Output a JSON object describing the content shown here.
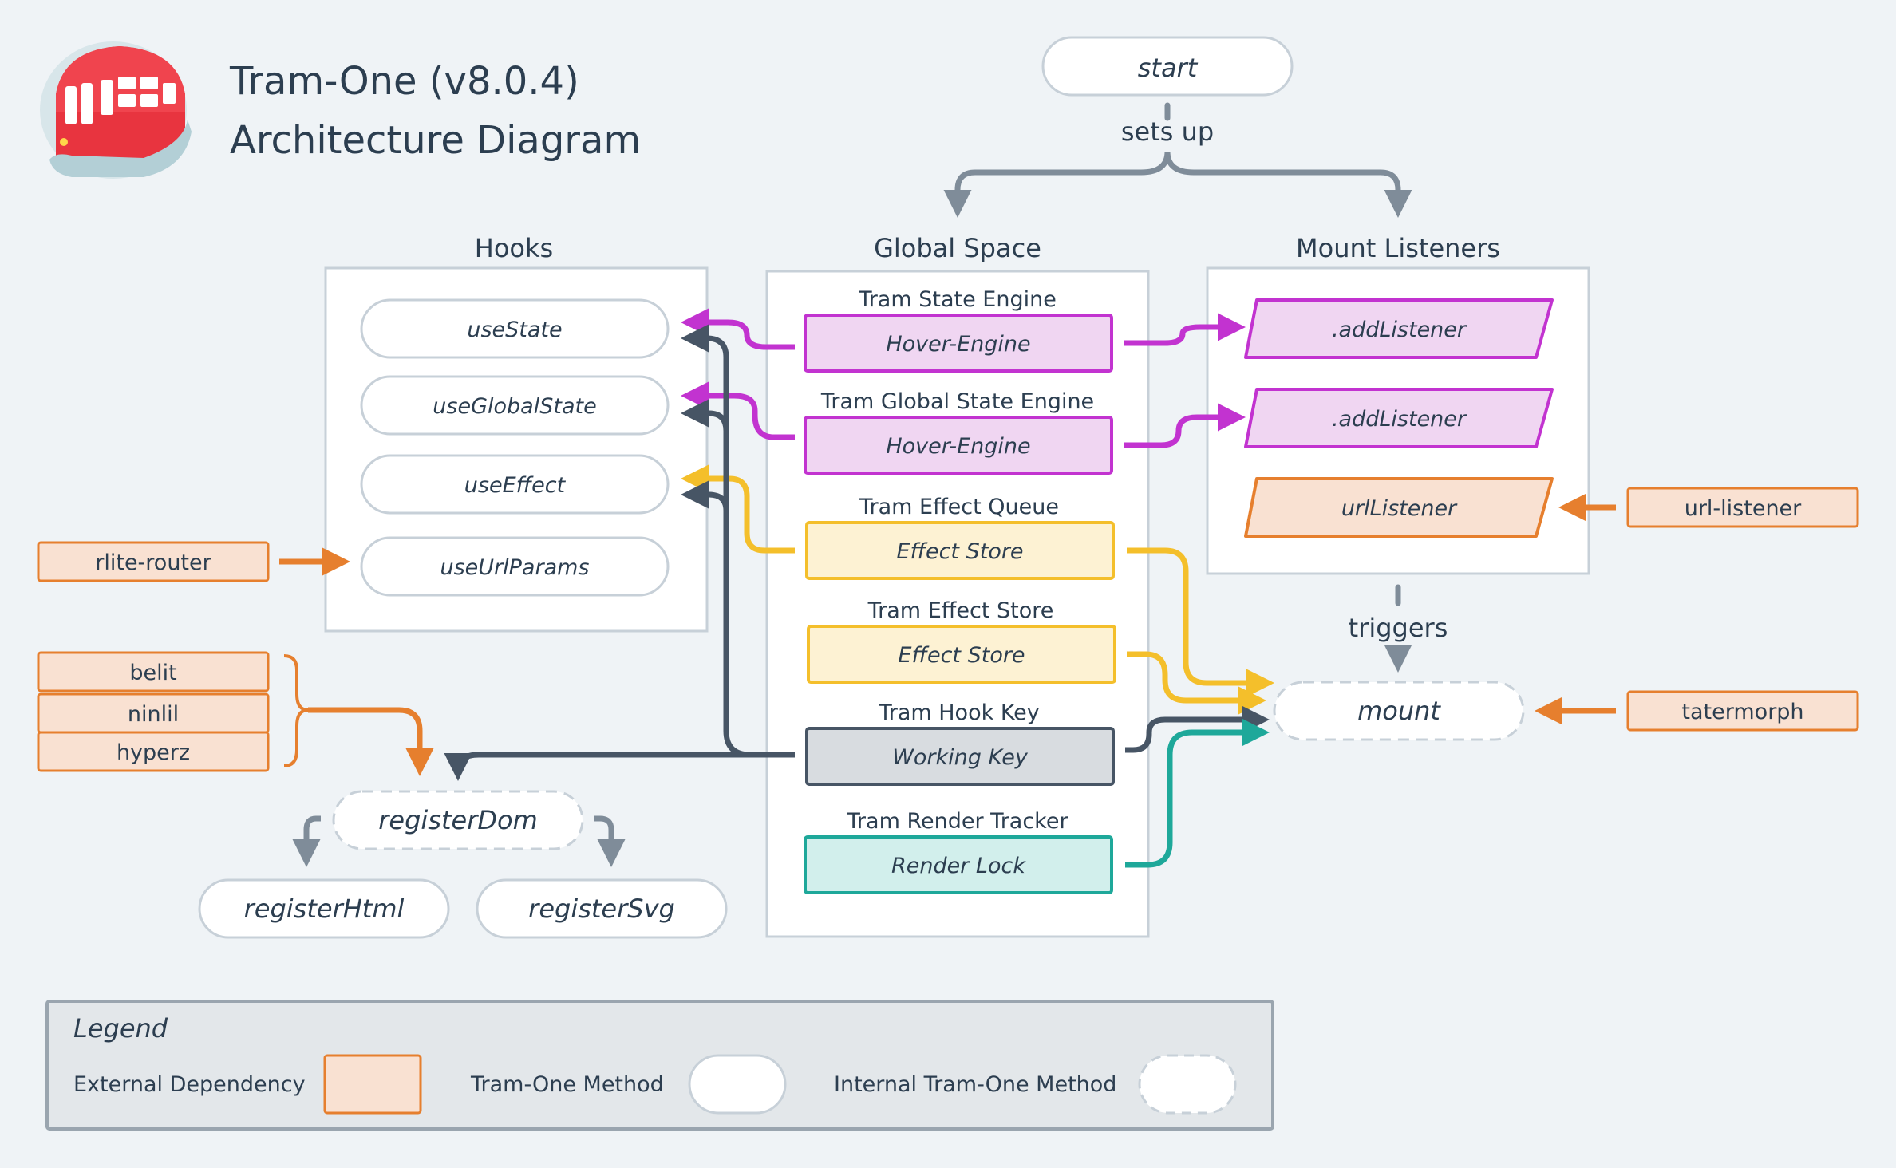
{
  "title": {
    "line1": "Tram-One (v8.0.4)",
    "line2": "Architecture Diagram"
  },
  "start": {
    "label": "start",
    "edge_label": "sets up"
  },
  "groups": {
    "hooks": "Hooks",
    "global": "Global Space",
    "mount_listeners": "Mount Listeners"
  },
  "hooks": [
    "useState",
    "useGlobalState",
    "useEffect",
    "useUrlParams"
  ],
  "global_items": [
    {
      "title": "Tram State Engine",
      "label": "Hover-Engine"
    },
    {
      "title": "Tram Global State Engine",
      "label": "Hover-Engine"
    },
    {
      "title": "Tram Effect Queue",
      "label": "Effect Store"
    },
    {
      "title": "Tram Effect Store",
      "label": "Effect Store"
    },
    {
      "title": "Tram Hook Key",
      "label": "Working Key"
    },
    {
      "title": "Tram Render Tracker",
      "label": "Render Lock"
    }
  ],
  "listeners": [
    ".addListener",
    ".addListener",
    "urlListener"
  ],
  "triggers": "triggers",
  "mount": "mount",
  "external": {
    "rlite_router": "rlite-router",
    "belit": "belit",
    "ninlil": "ninlil",
    "hyperz": "hyperz",
    "url_listener": "url-listener",
    "tatermorph": "tatermorph"
  },
  "register": {
    "dom": "registerDom",
    "html": "registerHtml",
    "svg": "registerSvg"
  },
  "legend": {
    "title": "Legend",
    "external": "External Dependency",
    "method": "Tram-One Method",
    "internal": "Internal Tram-One Method"
  },
  "colors": {
    "background": "#eff3f6",
    "magenta": "#c233d0",
    "yellow": "#f4bf2b",
    "slate": "#475565",
    "teal": "#1ea89a",
    "orange": "#e67f2e",
    "grey_arrow": "#7f8c99"
  },
  "icons": {
    "logo": "red-tram-icon"
  }
}
